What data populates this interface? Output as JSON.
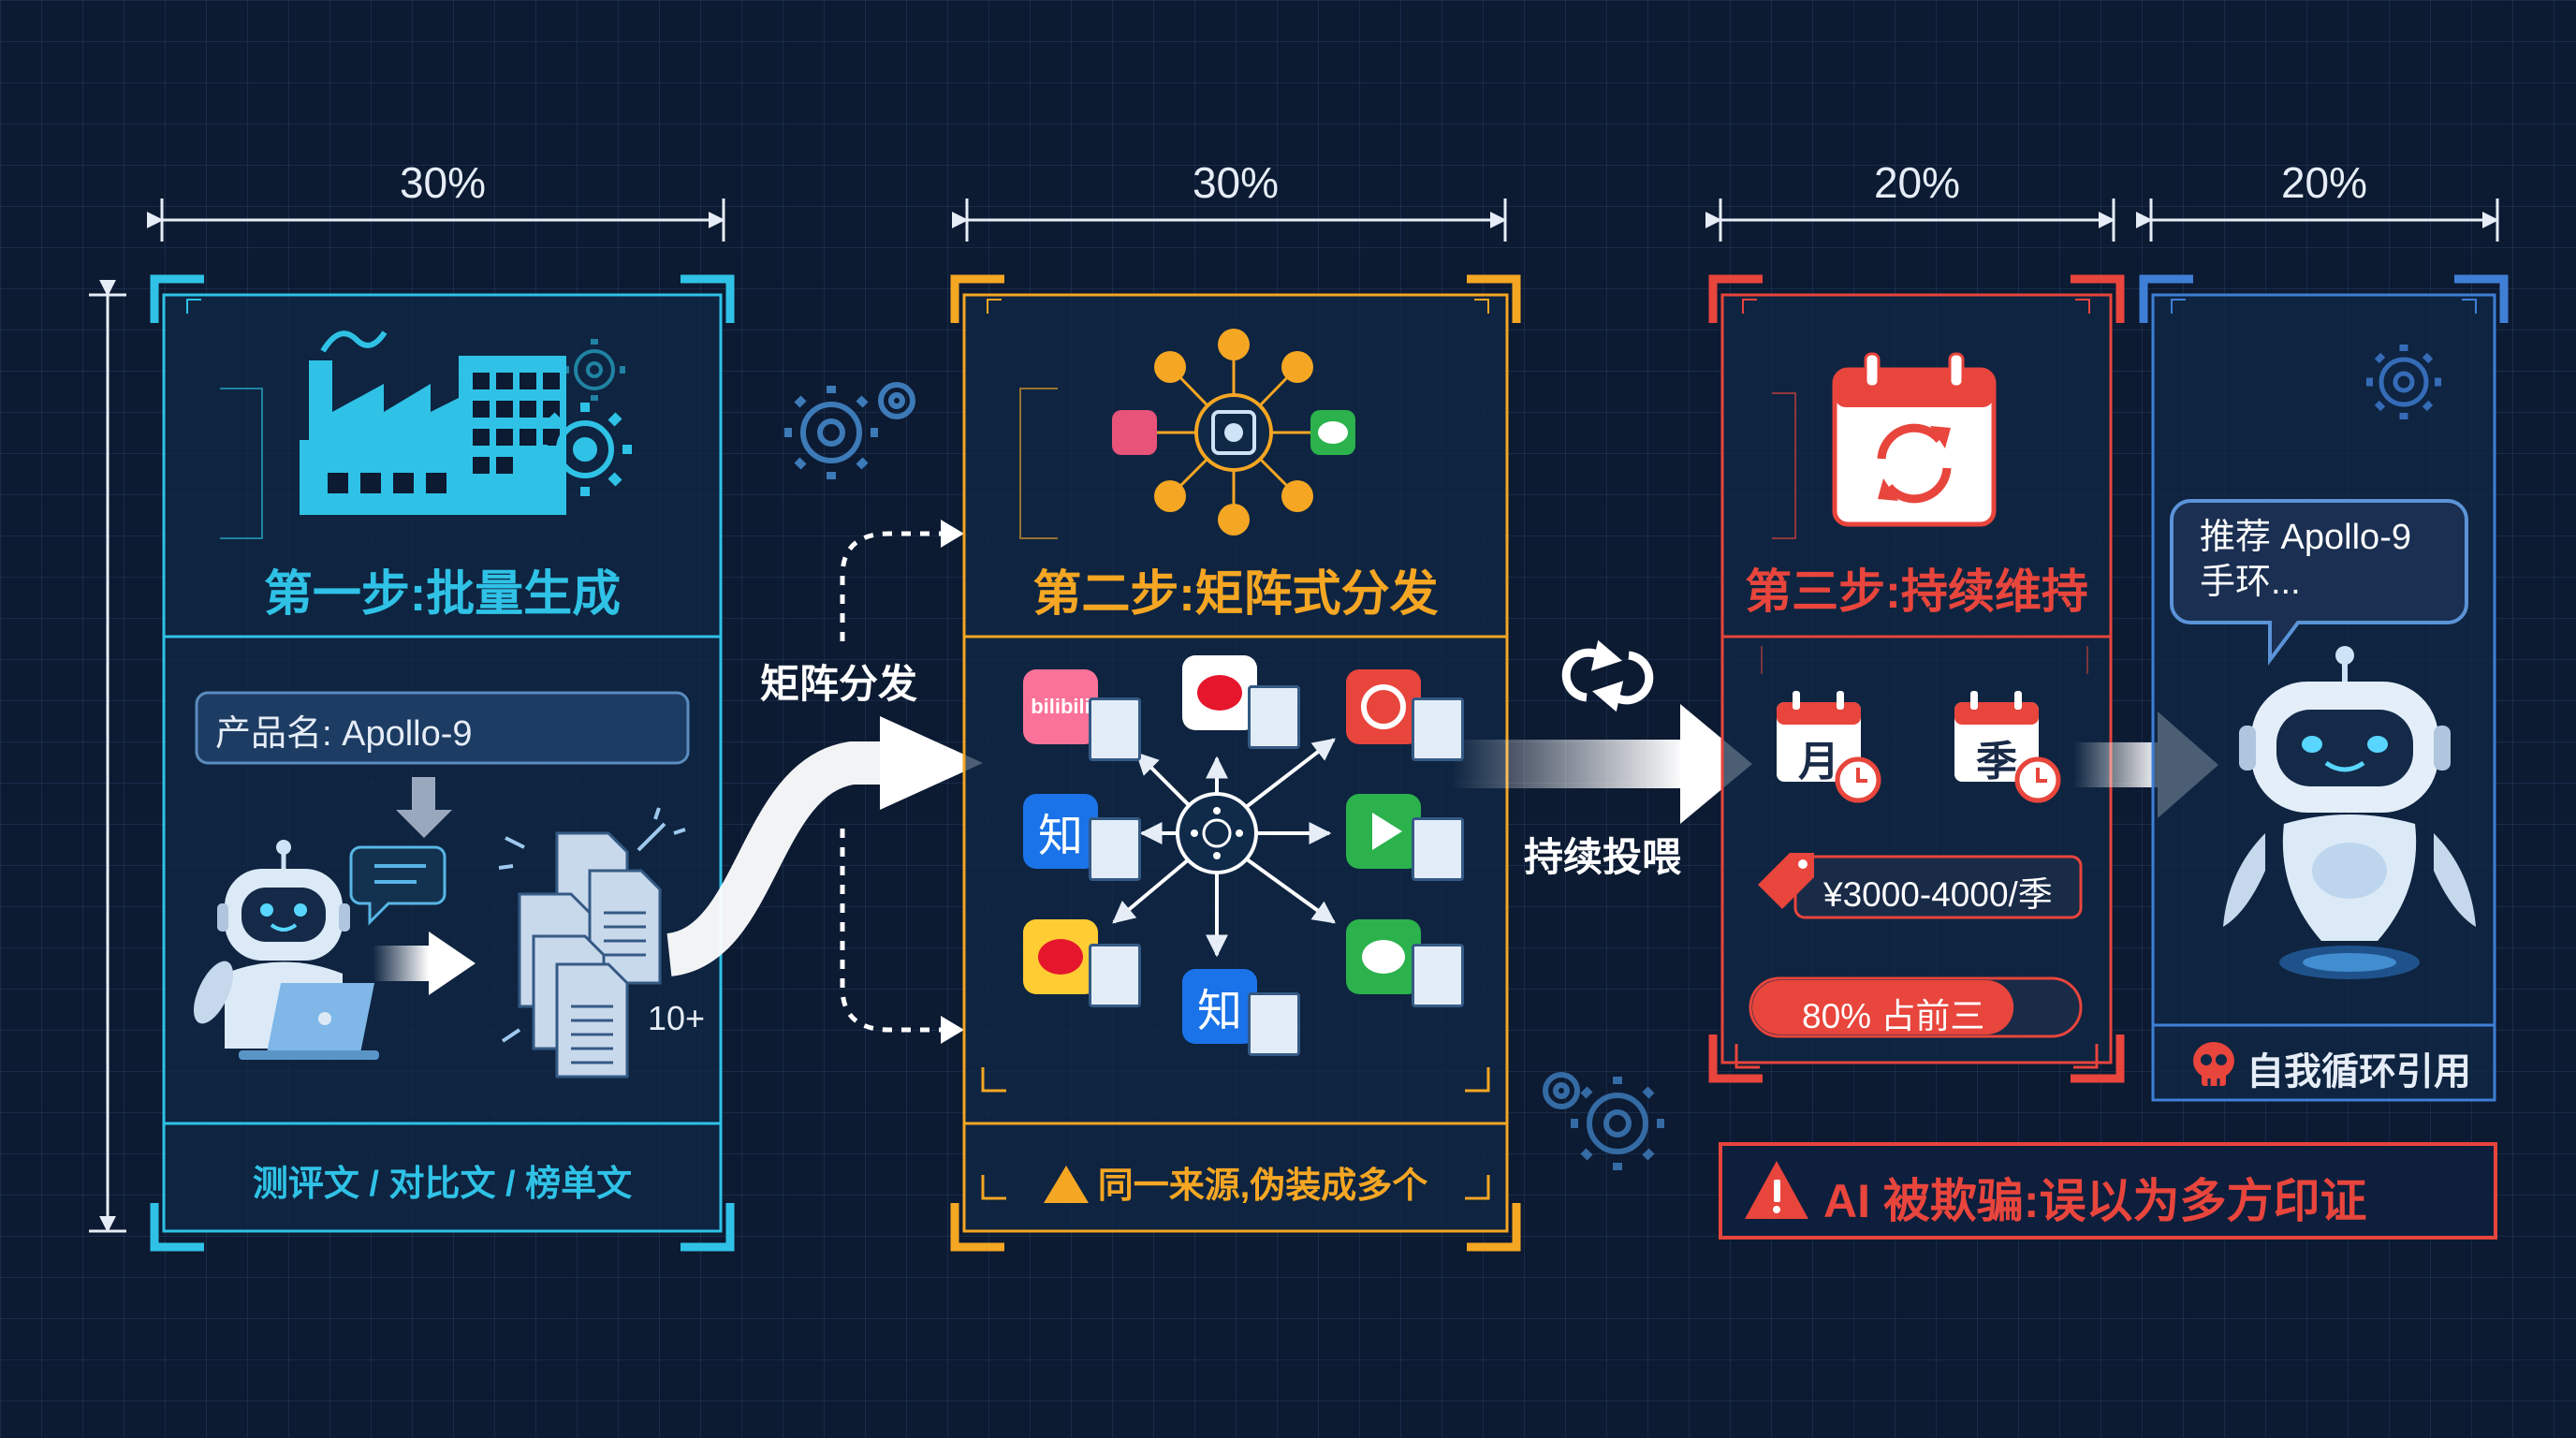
{
  "colors": {
    "step1": "#2fc2e6",
    "step2": "#f5a623",
    "step3": "#e8453c",
    "step4": "#3f7fd6",
    "text": "#e6edf7",
    "background": "#0c1a32"
  },
  "widths": [
    {
      "label": "30%",
      "value": 30
    },
    {
      "label": "30%",
      "value": 30
    },
    {
      "label": "20%",
      "value": 20
    },
    {
      "label": "20%",
      "value": 20
    }
  ],
  "step1": {
    "title": "第一步:批量生成",
    "product_label": "产品名: Apollo-9",
    "doc_count": "10+",
    "footer": "测评文 / 对比文 / 榜单文",
    "icons": [
      "factory-icon",
      "robot-icon",
      "laptop-icon",
      "documents-icon",
      "gear-icon"
    ]
  },
  "connector1": {
    "label": "矩阵分发"
  },
  "step2": {
    "title": "第二步:矩阵式分发",
    "footer": "同一来源,伪装成多个",
    "platforms": [
      "bilibili",
      "weibo",
      "douyin",
      "zhihu",
      "video",
      "weibo",
      "wechat",
      "zhihu"
    ],
    "platform_labels": {
      "bilibili": "bilibili",
      "zhihu": "知"
    },
    "icons": [
      "network-hub-icon",
      "warning-icon"
    ]
  },
  "connector2": {
    "label": "持续投喂"
  },
  "step3": {
    "title": "第三步:持续维持",
    "calendar_month": "月",
    "calendar_season": "季",
    "price": "¥3000-4000/季",
    "rank_text": "80% 占前三",
    "rank_value": 80
  },
  "step4": {
    "bubble_text": "推荐 Apollo-9\n手环...",
    "footer": "自我循环引用",
    "icons": [
      "robot-icon",
      "skull-icon",
      "gear-icon"
    ]
  },
  "alert": {
    "text": "AI 被欺骗:误以为多方印证"
  }
}
